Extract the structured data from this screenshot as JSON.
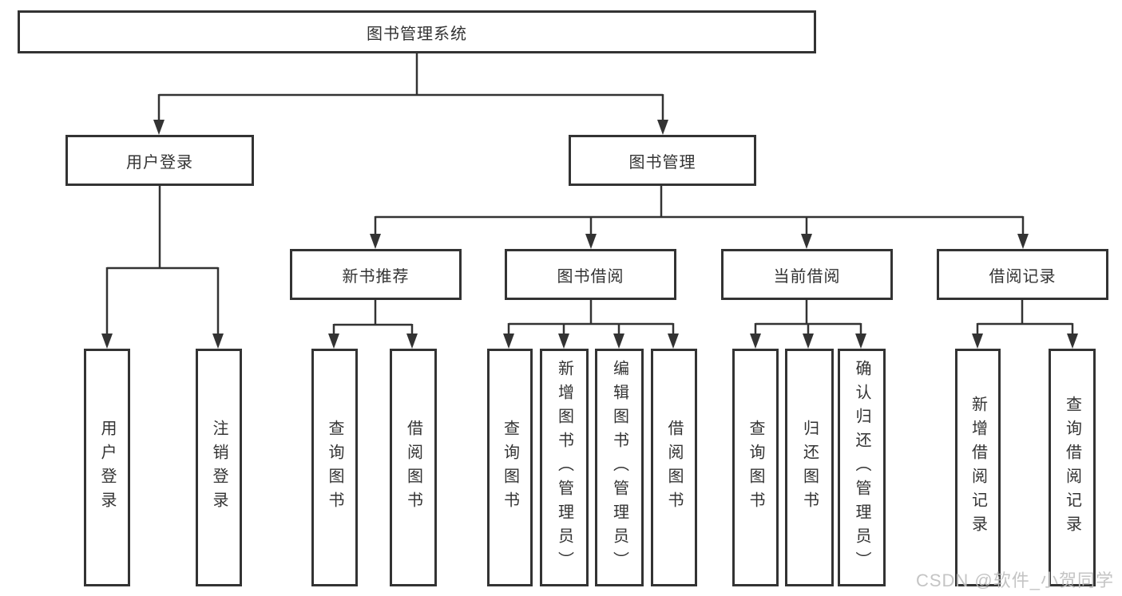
{
  "tree": {
    "root": "图书管理系统",
    "children": [
      {
        "label": "用户登录",
        "children": [
          "用户登录",
          "注销登录"
        ]
      },
      {
        "label": "图书管理",
        "children": [
          {
            "label": "新书推荐",
            "children": [
              "查询图书",
              "借阅图书"
            ]
          },
          {
            "label": "图书借阅",
            "children": [
              "查询图书",
              "新增图书（管理员）",
              "编辑图书（管理员）",
              "借阅图书"
            ]
          },
          {
            "label": "当前借阅",
            "children": [
              "查询图书",
              "归还图书",
              "确认归还（管理员）"
            ]
          },
          {
            "label": "借阅记录",
            "children": [
              "新增借阅记录",
              "查询借阅记录"
            ]
          }
        ]
      }
    ]
  },
  "watermark": "CSDN @软件_小贺同学",
  "colors": {
    "line": "#333333",
    "box_border": "#333333",
    "box_background": "#ffffff",
    "text": "#333333",
    "watermark": "#bfbfbf",
    "page_background": "#ffffff"
  }
}
